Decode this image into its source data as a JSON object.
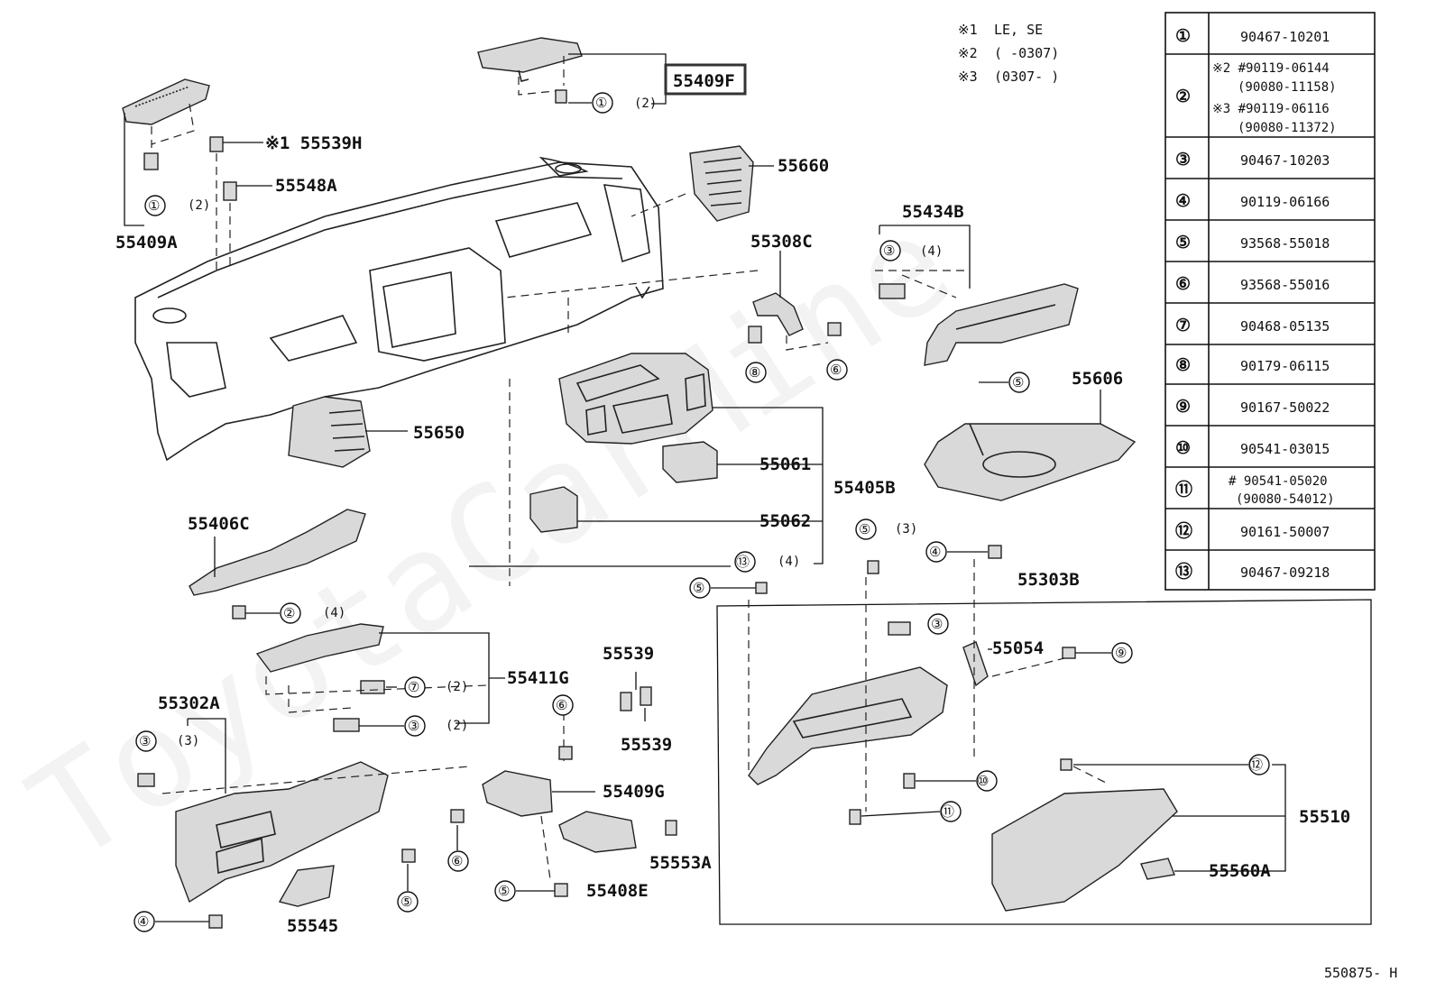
{
  "watermark": "ToyotaCarMine",
  "footer_code": "550875- H",
  "notes": [
    {
      "mark": "※1",
      "text": "LE, SE"
    },
    {
      "mark": "※2",
      "text": "(       -0307)"
    },
    {
      "mark": "※3",
      "text": "(0307-       )"
    }
  ],
  "table": [
    {
      "n": "①",
      "lines": [
        "90467-10201"
      ]
    },
    {
      "n": "②",
      "lines": [
        "※2 #90119-06144",
        "(90080-11158)",
        "※3 #90119-06116",
        "(90080-11372)"
      ]
    },
    {
      "n": "③",
      "lines": [
        "90467-10203"
      ]
    },
    {
      "n": "④",
      "lines": [
        "90119-06166"
      ]
    },
    {
      "n": "⑤",
      "lines": [
        "93568-55018"
      ]
    },
    {
      "n": "⑥",
      "lines": [
        "93568-55016"
      ]
    },
    {
      "n": "⑦",
      "lines": [
        "90468-05135"
      ]
    },
    {
      "n": "⑧",
      "lines": [
        "90179-06115"
      ]
    },
    {
      "n": "⑨",
      "lines": [
        "90167-50022"
      ]
    },
    {
      "n": "⑩",
      "lines": [
        "90541-03015"
      ]
    },
    {
      "n": "⑪",
      "lines": [
        "# 90541-05020",
        "(90080-54012)"
      ]
    },
    {
      "n": "⑫",
      "lines": [
        "90161-50007"
      ]
    },
    {
      "n": "⑬",
      "lines": [
        "90467-09218"
      ]
    }
  ],
  "parts": {
    "p55409F": "55409F",
    "p55409A": "55409A",
    "p55539H": "※1 55539H",
    "p55548A": "55548A",
    "p55660": "55660",
    "p55434B": "55434B",
    "p55308C": "55308C",
    "p55606": "55606",
    "p55650": "55650",
    "p55061": "55061",
    "p55405B": "55405B",
    "p55062": "55062",
    "p55406C": "55406C",
    "p55303B": "55303B",
    "p55054": "55054",
    "p55411G": "55411G",
    "p55539a": "55539",
    "p55539b": "55539",
    "p55302A": "55302A",
    "p55409G": "55409G",
    "p55510": "55510",
    "p55553A": "55553A",
    "p55560A": "55560A",
    "p55408E": "55408E",
    "p55545": "55545"
  },
  "callouts": {
    "c1a": {
      "num": "①",
      "qty": "(2)"
    },
    "c1b": {
      "num": "①",
      "qty": "(2)"
    },
    "c3a": {
      "num": "③",
      "qty": "(4)"
    },
    "c8": {
      "num": "⑧",
      "qty": ""
    },
    "c6a": {
      "num": "⑥",
      "qty": ""
    },
    "c5a": {
      "num": "⑤",
      "qty": ""
    },
    "c2": {
      "num": "②",
      "qty": "(4)"
    },
    "c13": {
      "num": "⑬",
      "qty": "(4)"
    },
    "c5b": {
      "num": "⑤",
      "qty": "(3)"
    },
    "c4a": {
      "num": "④",
      "qty": ""
    },
    "c5c": {
      "num": "⑤",
      "qty": ""
    },
    "c3b": {
      "num": "③",
      "qty": ""
    },
    "c9": {
      "num": "⑨",
      "qty": ""
    },
    "c7": {
      "num": "⑦",
      "qty": "(2)"
    },
    "c3c": {
      "num": "③",
      "qty": "(2)"
    },
    "c6b": {
      "num": "⑥",
      "qty": ""
    },
    "c3d": {
      "num": "③",
      "qty": "(3)"
    },
    "c10": {
      "num": "⑩",
      "qty": ""
    },
    "c11": {
      "num": "⑪",
      "qty": ""
    },
    "c12": {
      "num": "⑫",
      "qty": ""
    },
    "c6c": {
      "num": "⑥",
      "qty": ""
    },
    "c5d": {
      "num": "⑤",
      "qty": ""
    },
    "c5e": {
      "num": "⑤",
      "qty": ""
    },
    "c4b": {
      "num": "④",
      "qty": ""
    }
  }
}
